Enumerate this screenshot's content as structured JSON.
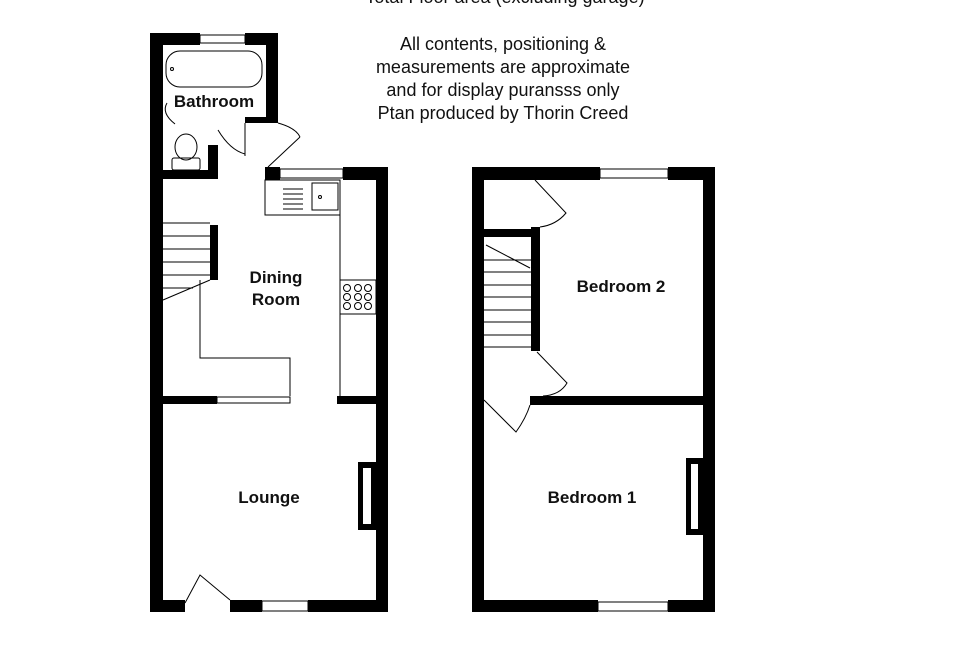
{
  "header_note_cropped": "Total Floor area (excluding garage)",
  "disclaimer": [
    "All contents, positioning &",
    "measurements are approximate",
    "and for display puransss only",
    "Ptan produced by Thorin Creed"
  ],
  "rooms": {
    "bathroom": "Bathroom",
    "dining_line1": "Dining",
    "dining_line2": "Room",
    "lounge": "Lounge",
    "bedroom2": "Bedroom 2",
    "bedroom1": "Bedroom 1"
  },
  "colors": {
    "wall": "#000000",
    "background": "#ffffff"
  }
}
